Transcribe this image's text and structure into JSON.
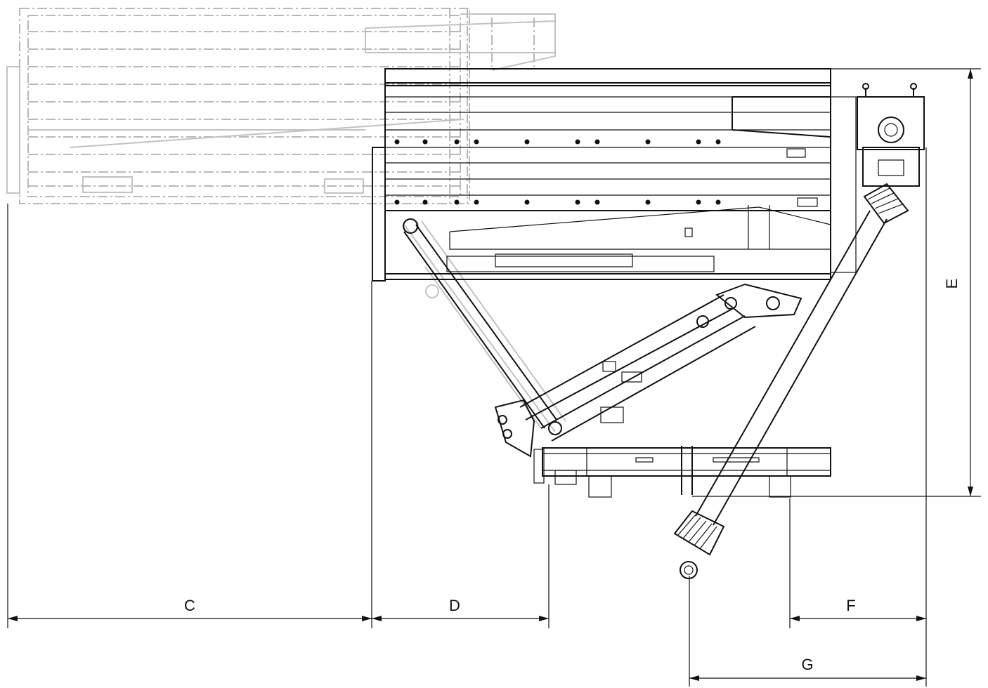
{
  "dimensions": {
    "C": "C",
    "D": "D",
    "E": "E",
    "F": "F",
    "G": "G"
  },
  "colors": {
    "line": "#111111",
    "ghost": "#b8b8b8",
    "background": "#ffffff"
  }
}
